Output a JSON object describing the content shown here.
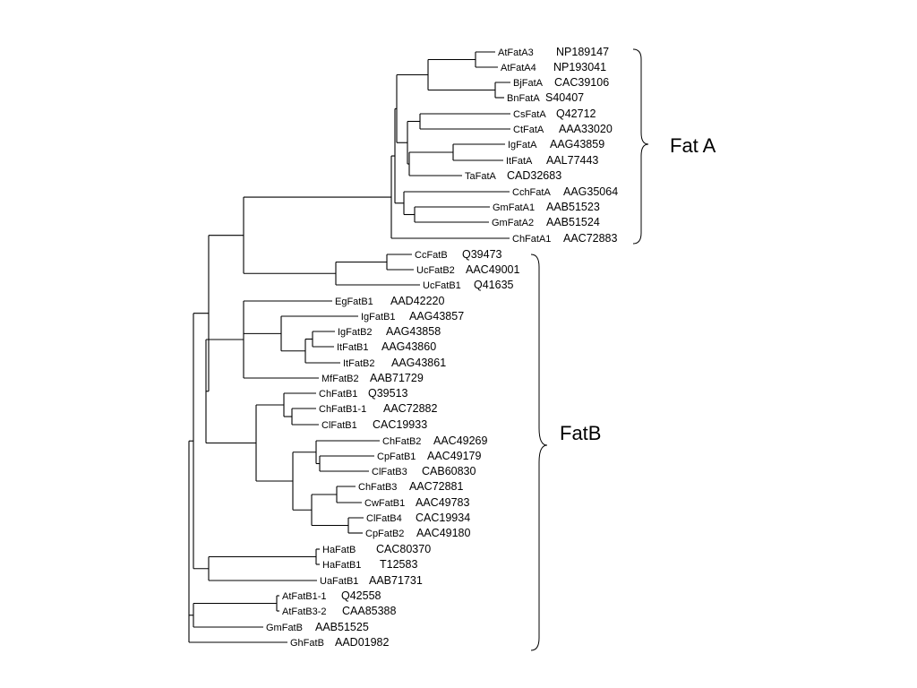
{
  "groups": {
    "fat_a": "Fat A",
    "fat_b": "FatB"
  },
  "leaves": [
    {
      "gene": "AtFatA3",
      "accession": "NP189147"
    },
    {
      "gene": "AtFatA4",
      "accession": "NP193041"
    },
    {
      "gene": "BjFatA",
      "accession": "CAC39106"
    },
    {
      "gene": "BnFatA",
      "accession": "S40407"
    },
    {
      "gene": "CsFatA",
      "accession": "Q42712"
    },
    {
      "gene": "CtFatA",
      "accession": "AAA33020"
    },
    {
      "gene": "IgFatA",
      "accession": "AAG43859"
    },
    {
      "gene": "ItFatA",
      "accession": "AAL77443"
    },
    {
      "gene": "TaFatA",
      "accession": "CAD32683"
    },
    {
      "gene": "CchFatA",
      "accession": "AAG35064"
    },
    {
      "gene": "GmFatA1",
      "accession": "AAB51523"
    },
    {
      "gene": "GmFatA2",
      "accession": "AAB51524"
    },
    {
      "gene": "ChFatA1",
      "accession": "AAC72883"
    },
    {
      "gene": "CcFatB",
      "accession": "Q39473"
    },
    {
      "gene": "UcFatB2",
      "accession": "AAC49001"
    },
    {
      "gene": "UcFatB1",
      "accession": "Q41635"
    },
    {
      "gene": "EgFatB1",
      "accession": "AAD42220"
    },
    {
      "gene": "IgFatB1",
      "accession": "AAG43857"
    },
    {
      "gene": "IgFatB2",
      "accession": "AAG43858"
    },
    {
      "gene": "ItFatB1",
      "accession": "AAG43860"
    },
    {
      "gene": "ItFatB2",
      "accession": "AAG43861"
    },
    {
      "gene": "MfFatB2",
      "accession": "AAB71729"
    },
    {
      "gene": "ChFatB1",
      "accession": "Q39513"
    },
    {
      "gene": "ChFatB1-1",
      "accession": "AAC72882"
    },
    {
      "gene": "ClFatB1",
      "accession": "CAC19933"
    },
    {
      "gene": "ChFatB2",
      "accession": "AAC49269"
    },
    {
      "gene": "CpFatB1",
      "accession": "AAC49179"
    },
    {
      "gene": "ClFatB3",
      "accession": "CAB60830"
    },
    {
      "gene": "ChFatB3",
      "accession": "AAC72881"
    },
    {
      "gene": "CwFatB1",
      "accession": "AAC49783"
    },
    {
      "gene": "ClFatB4",
      "accession": "CAC19934"
    },
    {
      "gene": "CpFatB2",
      "accession": "AAC49180"
    },
    {
      "gene": "HaFatB",
      "accession": "CAC80370"
    },
    {
      "gene": "HaFatB1",
      "accession": "T12583"
    },
    {
      "gene": "UaFatB1",
      "accession": "AAB71731"
    },
    {
      "gene": "AtFatB1-1",
      "accession": "Q42558"
    },
    {
      "gene": "AtFatB3-2",
      "accession": "CAA85388"
    },
    {
      "gene": "GmFatB",
      "accession": "AAB51525"
    },
    {
      "gene": "GhFatB",
      "accession": "AAD01982"
    }
  ]
}
